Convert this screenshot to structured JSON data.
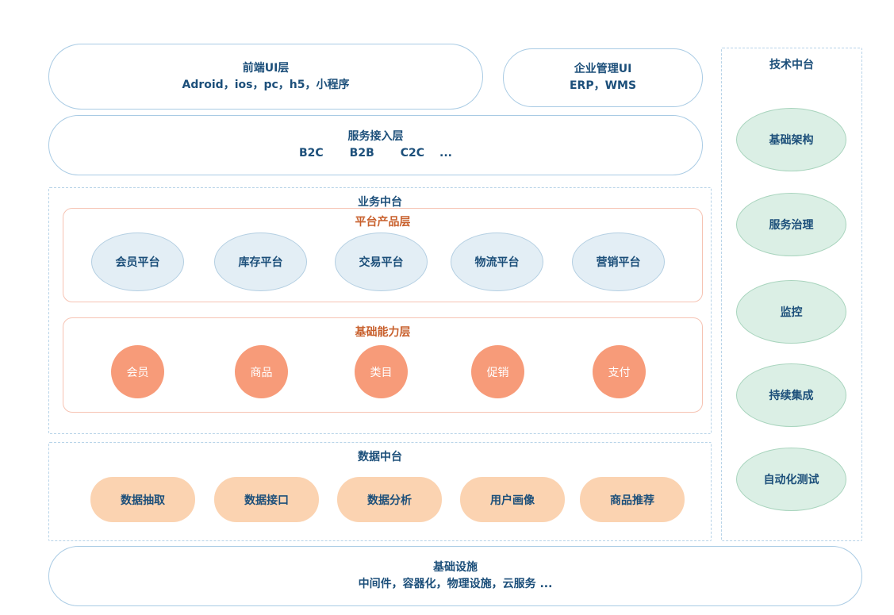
{
  "frontend": {
    "title": "前端UI层",
    "subtitle": "Adroid，ios，pc，h5，小程序"
  },
  "enterprise": {
    "title": "企业管理UI",
    "subtitle": "ERP，WMS"
  },
  "service_access": {
    "title": "服务接入层",
    "items": [
      "B2C",
      "B2B",
      "C2C",
      "..."
    ]
  },
  "business_middle": {
    "title": "业务中台",
    "platform_layer": {
      "title": "平台产品层",
      "items": [
        "会员平台",
        "库存平台",
        "交易平台",
        "物流平台",
        "营销平台"
      ]
    },
    "capability_layer": {
      "title": "基础能力层",
      "items": [
        "会员",
        "商品",
        "类目",
        "促销",
        "支付"
      ]
    }
  },
  "data_middle": {
    "title": "数据中台",
    "items": [
      "数据抽取",
      "数据接口",
      "数据分析",
      "用户画像",
      "商品推荐"
    ]
  },
  "tech_middle": {
    "title": "技术中台",
    "items": [
      "基础架构",
      "服务治理",
      "监控",
      "持续集成",
      "自动化测试"
    ]
  },
  "infrastructure": {
    "title": "基础设施",
    "subtitle": "中间件，容器化，物理设施，云服务 ..."
  },
  "colors": {
    "text": "#1c4f7a",
    "orange_title": "#c8602d",
    "platform_fill": "#e3eef5",
    "capability_fill": "#f79b79",
    "data_fill": "#fbd3b1",
    "tech_fill": "#dbefe5"
  }
}
